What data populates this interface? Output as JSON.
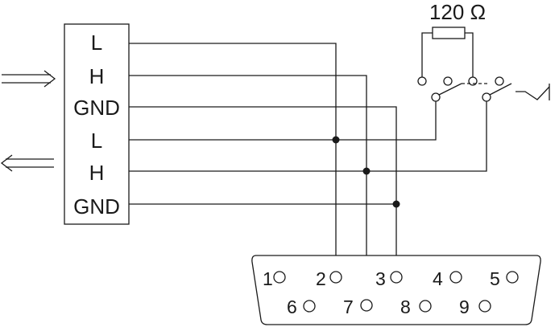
{
  "terminal_block": {
    "labels": [
      "L",
      "H",
      "GND",
      "L",
      "H",
      "GND"
    ]
  },
  "resistor": {
    "label": "120 Ω"
  },
  "dsub_connector": {
    "pins": [
      "1",
      "2",
      "3",
      "4",
      "5",
      "6",
      "7",
      "8",
      "9"
    ]
  },
  "colors": {
    "line": "#1a1a1a",
    "background": "#ffffff"
  }
}
